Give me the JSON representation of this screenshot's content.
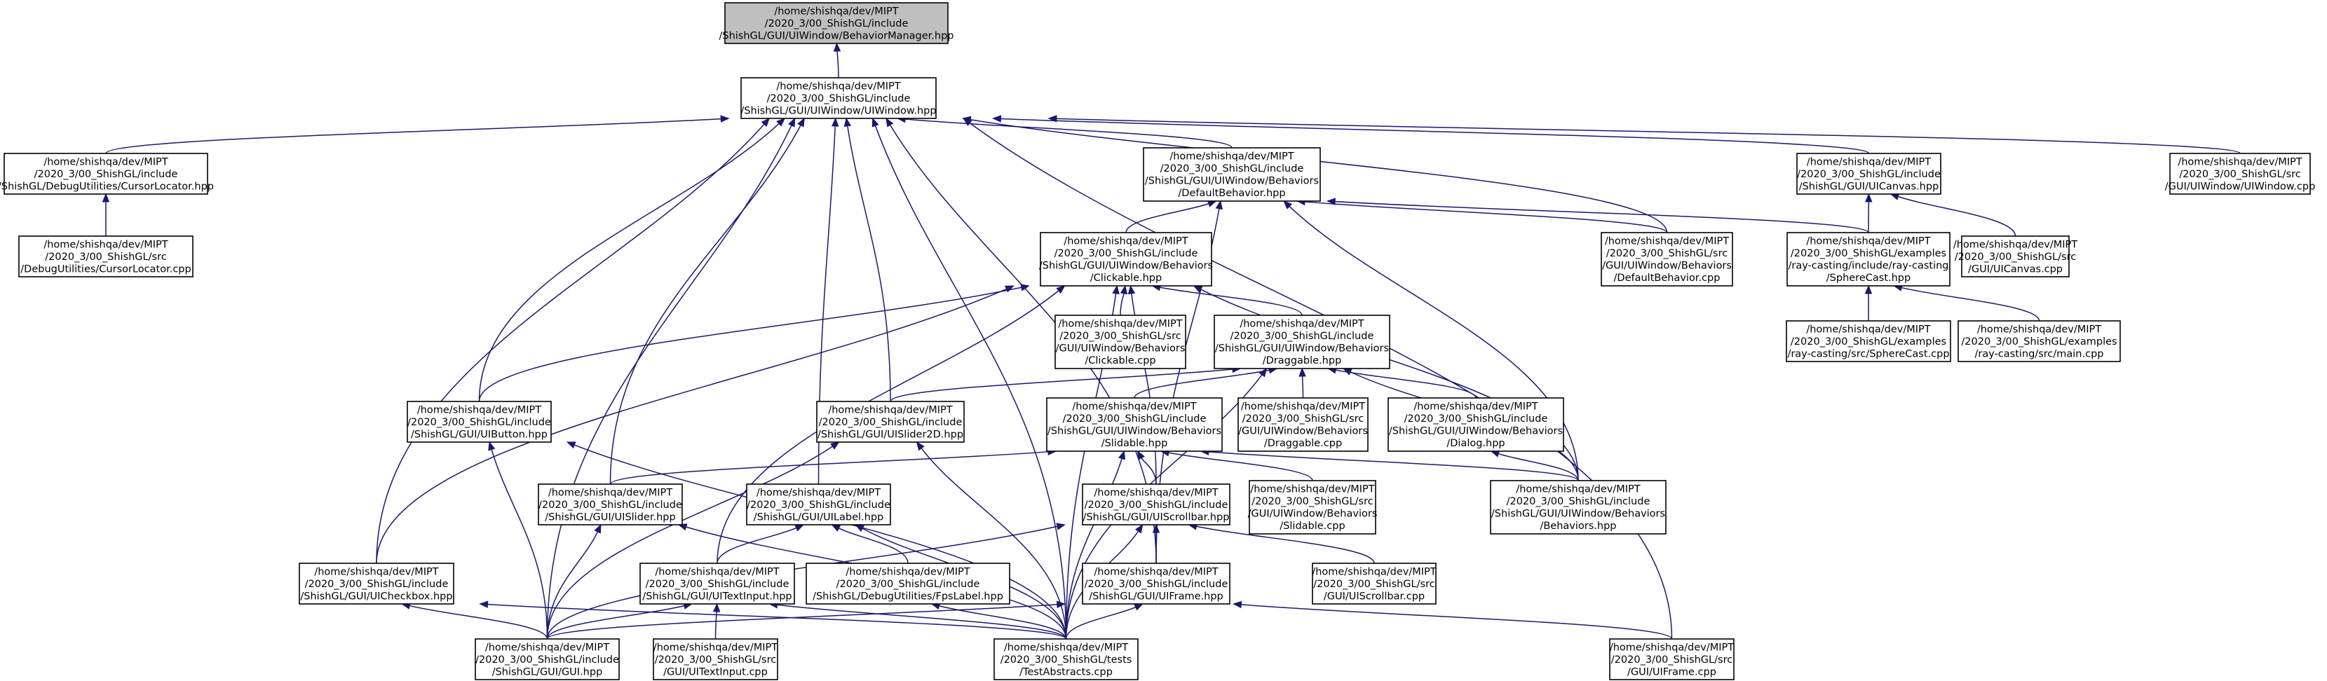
{
  "colors": {
    "edge": "#191970",
    "node_fill": "#ffffff",
    "root_fill": "#bfbfbf",
    "node_border": "#000000"
  },
  "nodes": [
    {
      "id": "behaviorManager",
      "root": true,
      "lines": [
        "/home/shishqa/dev/MIPT",
        "/2020_3/00_ShishGL/include",
        "/ShishGL/GUI/UIWindow/BehaviorManager.hpp"
      ]
    },
    {
      "id": "uiWindowHpp",
      "lines": [
        "/home/shishqa/dev/MIPT",
        "/2020_3/00_ShishGL/include",
        "/ShishGL/GUI/UIWindow/UIWindow.hpp"
      ]
    },
    {
      "id": "cursorLocatorHpp",
      "lines": [
        "/home/shishqa/dev/MIPT",
        "/2020_3/00_ShishGL/include",
        "/ShishGL/DebugUtilities/CursorLocator.hpp"
      ]
    },
    {
      "id": "cursorLocatorCpp",
      "lines": [
        "/home/shishqa/dev/MIPT",
        "/2020_3/00_ShishGL/src",
        "/DebugUtilities/CursorLocator.cpp"
      ]
    },
    {
      "id": "defaultBehaviorHpp",
      "lines": [
        "/home/shishqa/dev/MIPT",
        "/2020_3/00_ShishGL/include",
        "/ShishGL/GUI/UIWindow/Behaviors",
        "/DefaultBehavior.hpp"
      ]
    },
    {
      "id": "uiCanvasHpp",
      "lines": [
        "/home/shishqa/dev/MIPT",
        "/2020_3/00_ShishGL/include",
        "/ShishGL/GUI/UICanvas.hpp"
      ]
    },
    {
      "id": "uiWindowCpp",
      "lines": [
        "/home/shishqa/dev/MIPT",
        "/2020_3/00_ShishGL/src",
        "/GUI/UIWindow/UIWindow.cpp"
      ]
    },
    {
      "id": "clickableHpp",
      "lines": [
        "/home/shishqa/dev/MIPT",
        "/2020_3/00_ShishGL/include",
        "/ShishGL/GUI/UIWindow/Behaviors",
        "/Clickable.hpp"
      ]
    },
    {
      "id": "defaultBehaviorCpp",
      "lines": [
        "/home/shishqa/dev/MIPT",
        "/2020_3/00_ShishGL/src",
        "/GUI/UIWindow/Behaviors",
        "/DefaultBehavior.cpp"
      ]
    },
    {
      "id": "sphereCastHpp",
      "lines": [
        "/home/shishqa/dev/MIPT",
        "/2020_3/00_ShishGL/examples",
        "/ray-casting/include/ray-casting",
        "/SphereCast.hpp"
      ]
    },
    {
      "id": "uiCanvasCpp",
      "lines": [
        "/home/shishqa/dev/MIPT",
        "/2020_3/00_ShishGL/src",
        "/GUI/UICanvas.cpp"
      ]
    },
    {
      "id": "clickableCpp",
      "lines": [
        "/home/shishqa/dev/MIPT",
        "/2020_3/00_ShishGL/src",
        "/GUI/UIWindow/Behaviors",
        "/Clickable.cpp"
      ]
    },
    {
      "id": "draggableHpp",
      "lines": [
        "/home/shishqa/dev/MIPT",
        "/2020_3/00_ShishGL/include",
        "/ShishGL/GUI/UIWindow/Behaviors",
        "/Draggable.hpp"
      ]
    },
    {
      "id": "sphereCastCpp",
      "lines": [
        "/home/shishqa/dev/MIPT",
        "/2020_3/00_ShishGL/examples",
        "/ray-casting/src/SphereCast.cpp"
      ]
    },
    {
      "id": "mainCpp",
      "lines": [
        "/home/shishqa/dev/MIPT",
        "/2020_3/00_ShishGL/examples",
        "/ray-casting/src/main.cpp"
      ]
    },
    {
      "id": "uiButtonHpp",
      "lines": [
        "/home/shishqa/dev/MIPT",
        "/2020_3/00_ShishGL/include",
        "/ShishGL/GUI/UIButton.hpp"
      ]
    },
    {
      "id": "uiSlider2DHpp",
      "lines": [
        "/home/shishqa/dev/MIPT",
        "/2020_3/00_ShishGL/include",
        "/ShishGL/GUI/UISlider2D.hpp"
      ]
    },
    {
      "id": "slidableHpp",
      "lines": [
        "/home/shishqa/dev/MIPT",
        "/2020_3/00_ShishGL/include",
        "/ShishGL/GUI/UIWindow/Behaviors",
        "/Slidable.hpp"
      ]
    },
    {
      "id": "draggableCpp",
      "lines": [
        "/home/shishqa/dev/MIPT",
        "/2020_3/00_ShishGL/src",
        "/GUI/UIWindow/Behaviors",
        "/Draggable.cpp"
      ]
    },
    {
      "id": "dialogHpp",
      "lines": [
        "/home/shishqa/dev/MIPT",
        "/2020_3/00_ShishGL/include",
        "/ShishGL/GUI/UIWindow/Behaviors",
        "/Dialog.hpp"
      ]
    },
    {
      "id": "uiSliderHpp",
      "lines": [
        "/home/shishqa/dev/MIPT",
        "/2020_3/00_ShishGL/include",
        "/ShishGL/GUI/UISlider.hpp"
      ]
    },
    {
      "id": "uiLabelHpp",
      "lines": [
        "/home/shishqa/dev/MIPT",
        "/2020_3/00_ShishGL/include",
        "/ShishGL/GUI/UILabel.hpp"
      ]
    },
    {
      "id": "uiScrollbarHpp",
      "lines": [
        "/home/shishqa/dev/MIPT",
        "/2020_3/00_ShishGL/include",
        "/ShishGL/GUI/UIScrollbar.hpp"
      ]
    },
    {
      "id": "slidableCpp",
      "lines": [
        "/home/shishqa/dev/MIPT",
        "/2020_3/00_ShishGL/src",
        "/GUI/UIWindow/Behaviors",
        "/Slidable.cpp"
      ]
    },
    {
      "id": "behaviorsHpp",
      "lines": [
        "/home/shishqa/dev/MIPT",
        "/2020_3/00_ShishGL/include",
        "/ShishGL/GUI/UIWindow/Behaviors",
        "/Behaviors.hpp"
      ]
    },
    {
      "id": "uiCheckboxHpp",
      "lines": [
        "/home/shishqa/dev/MIPT",
        "/2020_3/00_ShishGL/include",
        "/ShishGL/GUI/UICheckbox.hpp"
      ]
    },
    {
      "id": "uiTextInputHpp",
      "lines": [
        "/home/shishqa/dev/MIPT",
        "/2020_3/00_ShishGL/include",
        "/ShishGL/GUI/UITextInput.hpp"
      ]
    },
    {
      "id": "fpsLabelHpp",
      "lines": [
        "/home/shishqa/dev/MIPT",
        "/2020_3/00_ShishGL/include",
        "/ShishGL/DebugUtilities/FpsLabel.hpp"
      ]
    },
    {
      "id": "uiFrameHpp",
      "lines": [
        "/home/shishqa/dev/MIPT",
        "/2020_3/00_ShishGL/include",
        "/ShishGL/GUI/UIFrame.hpp"
      ]
    },
    {
      "id": "uiScrollbarCpp",
      "lines": [
        "/home/shishqa/dev/MIPT",
        "/2020_3/00_ShishGL/src",
        "/GUI/UIScrollbar.cpp"
      ]
    },
    {
      "id": "guiHpp",
      "lines": [
        "/home/shishqa/dev/MIPT",
        "/2020_3/00_ShishGL/include",
        "/ShishGL/GUI/GUI.hpp"
      ]
    },
    {
      "id": "uiTextInputCpp",
      "lines": [
        "/home/shishqa/dev/MIPT",
        "/2020_3/00_ShishGL/src",
        "/GUI/UITextInput.cpp"
      ]
    },
    {
      "id": "testAbstractsCpp",
      "lines": [
        "/home/shishqa/dev/MIPT",
        "/2020_3/00_ShishGL/tests",
        "/TestAbstracts.cpp"
      ]
    },
    {
      "id": "uiFrameCpp",
      "lines": [
        "/home/shishqa/dev/MIPT",
        "/2020_3/00_ShishGL/src",
        "/GUI/UIFrame.cpp"
      ]
    }
  ],
  "edges": [
    [
      "behaviorManager",
      "uiWindowHpp"
    ],
    [
      "uiWindowHpp",
      "cursorLocatorHpp"
    ],
    [
      "uiWindowHpp",
      "defaultBehaviorHpp"
    ],
    [
      "uiWindowHpp",
      "uiCanvasHpp"
    ],
    [
      "uiWindowHpp",
      "uiWindowCpp"
    ],
    [
      "uiWindowHpp",
      "defaultBehaviorCpp"
    ],
    [
      "uiWindowHpp",
      "uiButtonHpp"
    ],
    [
      "uiWindowHpp",
      "uiSlider2DHpp"
    ],
    [
      "uiWindowHpp",
      "uiSliderHpp"
    ],
    [
      "uiWindowHpp",
      "uiLabelHpp"
    ],
    [
      "uiWindowHpp",
      "uiCheckboxHpp"
    ],
    [
      "uiWindowHpp",
      "uiFrameHpp"
    ],
    [
      "uiWindowHpp",
      "guiHpp"
    ],
    [
      "uiWindowHpp",
      "testAbstractsCpp"
    ],
    [
      "uiWindowHpp",
      "uiFrameCpp"
    ],
    [
      "cursorLocatorHpp",
      "cursorLocatorCpp"
    ],
    [
      "defaultBehaviorHpp",
      "clickableHpp"
    ],
    [
      "defaultBehaviorHpp",
      "defaultBehaviorCpp"
    ],
    [
      "defaultBehaviorHpp",
      "sphereCastHpp"
    ],
    [
      "defaultBehaviorHpp",
      "behaviorsHpp"
    ],
    [
      "defaultBehaviorHpp",
      "uiFrameHpp"
    ],
    [
      "uiCanvasHpp",
      "sphereCastHpp"
    ],
    [
      "uiCanvasHpp",
      "uiCanvasCpp"
    ],
    [
      "clickableHpp",
      "clickableCpp"
    ],
    [
      "clickableHpp",
      "draggableHpp"
    ],
    [
      "clickableHpp",
      "uiButtonHpp"
    ],
    [
      "clickableHpp",
      "uiCheckboxHpp"
    ],
    [
      "clickableHpp",
      "uiTextInputHpp"
    ],
    [
      "clickableHpp",
      "uiScrollbarHpp"
    ],
    [
      "clickableHpp",
      "behaviorsHpp"
    ],
    [
      "clickableHpp",
      "testAbstractsCpp"
    ],
    [
      "sphereCastHpp",
      "sphereCastCpp"
    ],
    [
      "sphereCastHpp",
      "mainCpp"
    ],
    [
      "draggableHpp",
      "uiSlider2DHpp"
    ],
    [
      "draggableHpp",
      "slidableHpp"
    ],
    [
      "draggableHpp",
      "draggableCpp"
    ],
    [
      "draggableHpp",
      "dialogHpp"
    ],
    [
      "draggableHpp",
      "behaviorsHpp"
    ],
    [
      "draggableHpp",
      "testAbstractsCpp"
    ],
    [
      "slidableHpp",
      "uiSliderHpp"
    ],
    [
      "slidableHpp",
      "uiScrollbarHpp"
    ],
    [
      "slidableHpp",
      "slidableCpp"
    ],
    [
      "slidableHpp",
      "behaviorsHpp"
    ],
    [
      "slidableHpp",
      "testAbstractsCpp"
    ],
    [
      "dialogHpp",
      "behaviorsHpp"
    ],
    [
      "uiButtonHpp",
      "guiHpp"
    ],
    [
      "uiButtonHpp",
      "testAbstractsCpp"
    ],
    [
      "uiSlider2DHpp",
      "guiHpp"
    ],
    [
      "uiSlider2DHpp",
      "testAbstractsCpp"
    ],
    [
      "uiSliderHpp",
      "guiHpp"
    ],
    [
      "uiSliderHpp",
      "testAbstractsCpp"
    ],
    [
      "uiLabelHpp",
      "uiTextInputHpp"
    ],
    [
      "uiLabelHpp",
      "fpsLabelHpp"
    ],
    [
      "uiLabelHpp",
      "testAbstractsCpp"
    ],
    [
      "uiScrollbarHpp",
      "uiFrameHpp"
    ],
    [
      "uiScrollbarHpp",
      "uiScrollbarCpp"
    ],
    [
      "uiScrollbarHpp",
      "guiHpp"
    ],
    [
      "uiScrollbarHpp",
      "testAbstractsCpp"
    ],
    [
      "uiCheckboxHpp",
      "guiHpp"
    ],
    [
      "uiCheckboxHpp",
      "testAbstractsCpp"
    ],
    [
      "uiTextInputHpp",
      "guiHpp"
    ],
    [
      "uiTextInputHpp",
      "uiTextInputCpp"
    ],
    [
      "uiTextInputHpp",
      "testAbstractsCpp"
    ],
    [
      "fpsLabelHpp",
      "testAbstractsCpp"
    ],
    [
      "uiFrameHpp",
      "guiHpp"
    ],
    [
      "uiFrameHpp",
      "testAbstractsCpp"
    ],
    [
      "uiFrameHpp",
      "uiFrameCpp"
    ]
  ]
}
